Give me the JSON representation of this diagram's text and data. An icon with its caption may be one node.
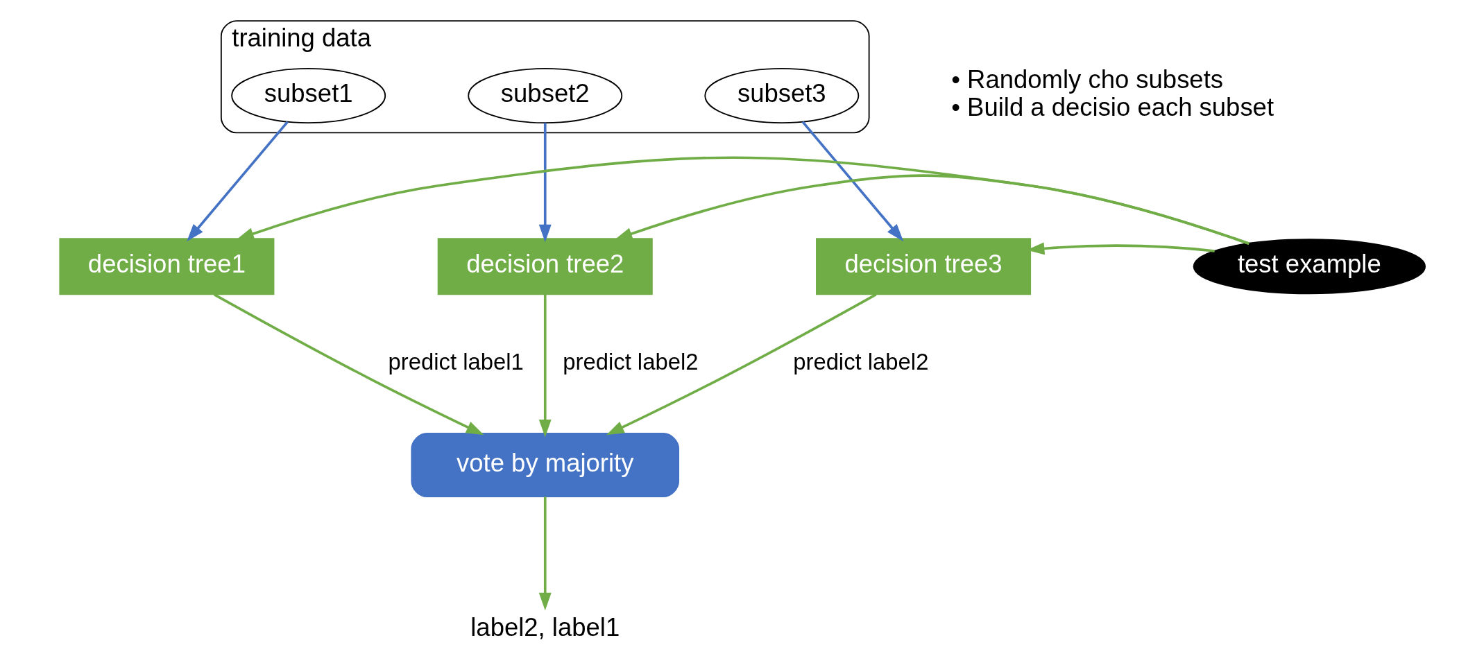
{
  "diagram": {
    "nodes": [
      {
        "text": [
          "training data"
        ]
      },
      {
        "text": [
          "subset1"
        ],
        "in": 0
      },
      {
        "text": [
          "subset2"
        ],
        "in": 0
      },
      {
        "text": [
          "subset3"
        ],
        "in": 0
      },
      {
        "text": [
          "decision tree1"
        ]
      },
      {
        "text": [
          "decision tree2"
        ]
      },
      {
        "text": [
          "decision tree3"
        ]
      },
      {
        "text": [
          "test example"
        ]
      },
      {
        "text": [
          "vote by majority"
        ]
      },
      {
        "text": [
          "label2, label1"
        ]
      }
    ],
    "edges": [
      {
        "from": 1,
        "to": 4,
        "arrow": "to",
        "color": "#4472c4"
      },
      {
        "from": 2,
        "to": 5,
        "arrow": "to",
        "color": "#4472c4"
      },
      {
        "from": 3,
        "to": 6,
        "arrow": "to",
        "color": "#4472c4"
      },
      {
        "from": 7,
        "to": 4,
        "arrow": "to"
      },
      {
        "from": 7,
        "to": 5,
        "arrow": "to"
      },
      {
        "from": 7,
        "to": 6,
        "arrow": "to"
      },
      {
        "from": 4,
        "to": 8,
        "arrow": "to",
        "label": "predict label1"
      },
      {
        "from": 5,
        "to": 8,
        "arrow": "to",
        "label": "predict label2"
      },
      {
        "from": 6,
        "to": 8,
        "arrow": "to",
        "label": "predict label2"
      },
      {
        "from": 8,
        "to": 9,
        "arrow": "to"
      }
    ],
    "labels": [
      "• Randomly cho subsets",
      "• Build a decisio each subset"
    ]
  }
}
